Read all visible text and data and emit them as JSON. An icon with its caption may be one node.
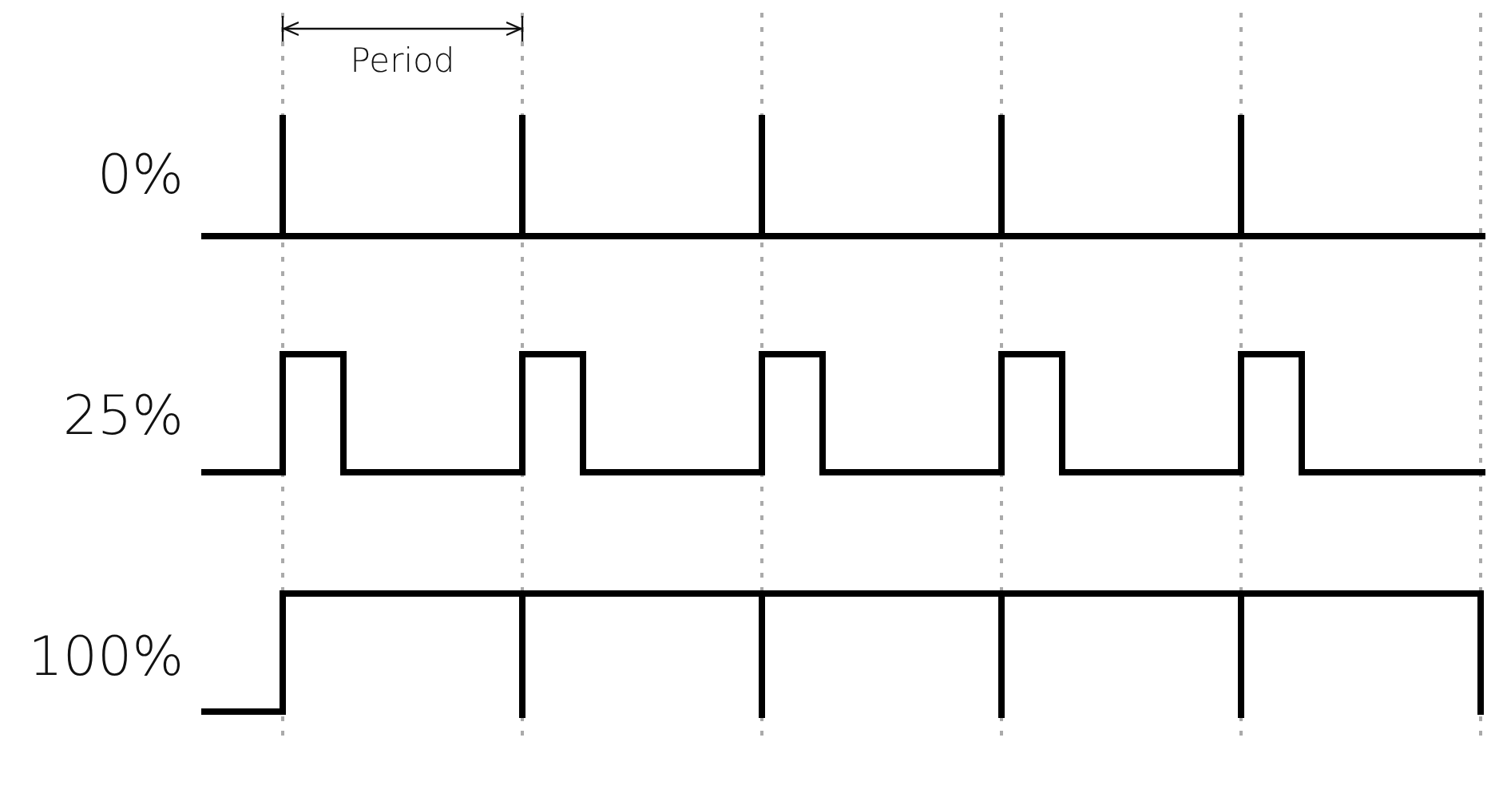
{
  "diagram": {
    "labels": [
      "Period",
      "0%",
      "25%",
      "100%"
    ]
  }
}
